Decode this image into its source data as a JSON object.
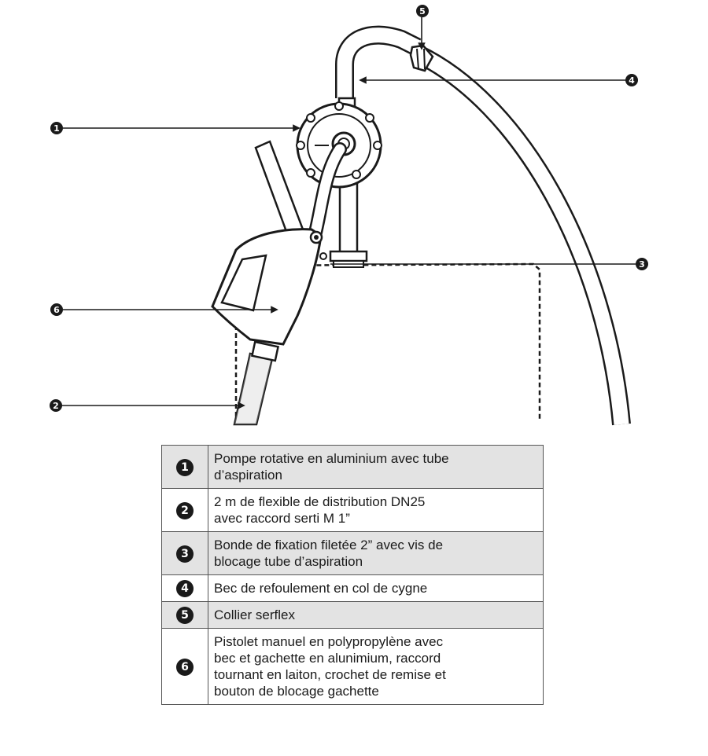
{
  "callouts": [
    {
      "num": "1"
    },
    {
      "num": "2"
    },
    {
      "num": "3"
    },
    {
      "num": "4"
    },
    {
      "num": "5"
    },
    {
      "num": "6"
    }
  ],
  "legend": [
    {
      "num": "1",
      "lines": [
        "Pompe rotative en aluminium avec tube",
        "d’aspiration"
      ]
    },
    {
      "num": "2",
      "lines": [
        "2 m de flexible de distribution DN25",
        "avec raccord serti M 1”"
      ]
    },
    {
      "num": "3",
      "lines": [
        "Bonde de fixation filetée 2” avec vis de",
        "blocage tube d’aspiration"
      ]
    },
    {
      "num": "4",
      "lines": [
        "Bec de refoulement en col de cygne"
      ]
    },
    {
      "num": "5",
      "lines": [
        "Collier serflex"
      ]
    },
    {
      "num": "6",
      "lines": [
        "Pistolet manuel en polypropylène avec",
        "bec et gachette en alunimium, raccord",
        "tournant en laiton, crochet de remise et",
        "bouton de blocage gachette"
      ]
    }
  ]
}
